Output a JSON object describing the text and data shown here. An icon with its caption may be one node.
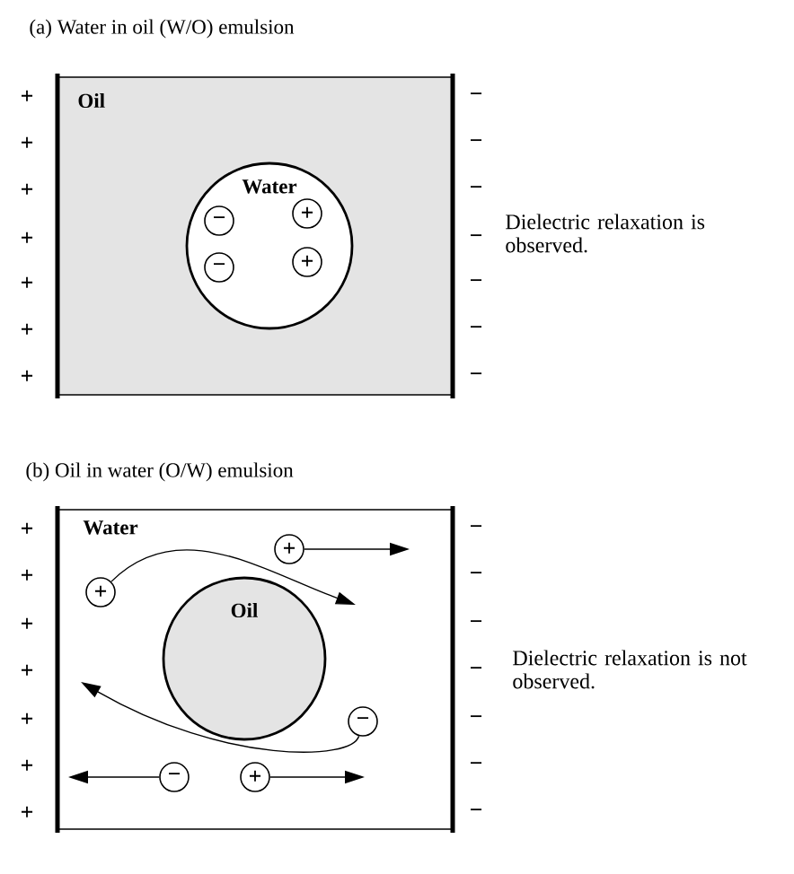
{
  "diagram": {
    "nodes": [
      {
        "text": [
          "(a) Water in oil (W/O) emulsion",
          "Oil"
        ],
        "beside": [
          "Dielectric relaxation is observed."
        ]
      },
      {
        "text": [
          "Water"
        ],
        "in": 0
      },
      {
        "text": [
          "−"
        ],
        "in": 1
      },
      {
        "text": [
          "−"
        ],
        "in": 1
      },
      {
        "text": [
          "+"
        ],
        "in": 1
      },
      {
        "text": [
          "+"
        ],
        "in": 1
      },
      {
        "text": [
          "(b) Oil in water (O/W) emulsion",
          "Water"
        ],
        "beside": [
          "Dielectric relaxation is not observed."
        ]
      },
      {
        "text": [
          "Oil"
        ],
        "in": 6
      },
      {
        "text": [
          "+"
        ],
        "in": 6
      },
      {
        "text": [
          "+"
        ],
        "in": 6
      },
      {
        "text": [
          "−"
        ],
        "in": 6
      },
      {
        "text": [
          "−"
        ],
        "in": 6
      },
      {
        "text": [
          "+"
        ],
        "in": 6
      }
    ],
    "edges": [
      {
        "from": 8,
        "to": null,
        "arrow": "to"
      },
      {
        "from": 9,
        "to": null,
        "arrow": "to"
      },
      {
        "from": 10,
        "to": null,
        "arrow": "to"
      },
      {
        "from": 11,
        "to": null,
        "arrow": "to"
      },
      {
        "from": 12,
        "to": null,
        "arrow": "to"
      }
    ],
    "labels": [
      "+",
      "+",
      "+",
      "+",
      "+",
      "+",
      "+",
      "−",
      "−",
      "−",
      "−",
      "−",
      "−",
      "−",
      "+",
      "+",
      "+",
      "+",
      "+",
      "+",
      "+",
      "−",
      "−",
      "−",
      "−",
      "−",
      "−",
      "−"
    ]
  }
}
